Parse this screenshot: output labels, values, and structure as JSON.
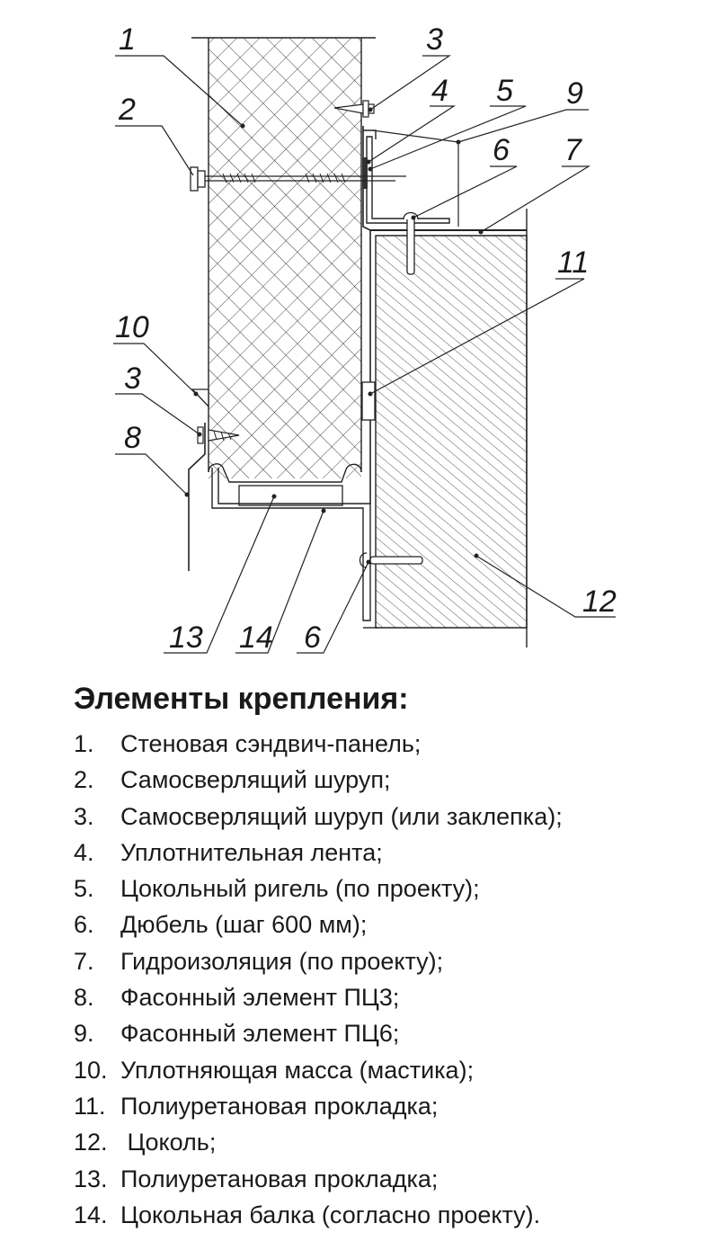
{
  "callouts": [
    "1",
    "2",
    "3",
    "4",
    "5",
    "9",
    "6",
    "7",
    "11",
    "10",
    "3",
    "8",
    "12",
    "13",
    "14",
    "6"
  ],
  "legend": {
    "title": "Элементы крепления:",
    "items": [
      {
        "num": "1.",
        "text": "Стеновая сэндвич-панель;"
      },
      {
        "num": "2.",
        "text": "Самосверлящий шуруп;"
      },
      {
        "num": "3.",
        "text": "Самосверлящий шуруп (или заклепка);"
      },
      {
        "num": "4.",
        "text": "Уплотнительная лента;"
      },
      {
        "num": "5.",
        "text": "Цокольный ригель (по проекту);"
      },
      {
        "num": "6.",
        "text": "Дюбель (шаг 600 мм);"
      },
      {
        "num": "7.",
        "text": "Гидроизоляция (по проекту);"
      },
      {
        "num": "8.",
        "text": "Фасонный элемент ПЦ3;"
      },
      {
        "num": "9.",
        "text": "Фасонный элемент ПЦ6;"
      },
      {
        "num": "10.",
        "text": "Уплотняющая масса (мастика);"
      },
      {
        "num": "11.",
        "text": "Полиуретановая прокладка;"
      },
      {
        "num": "12.",
        "text": " Цоколь;"
      },
      {
        "num": "13.",
        "text": "Полиуретановая прокладка;"
      },
      {
        "num": "14.",
        "text": "Цокольная балка (согласно проекту)."
      }
    ]
  }
}
